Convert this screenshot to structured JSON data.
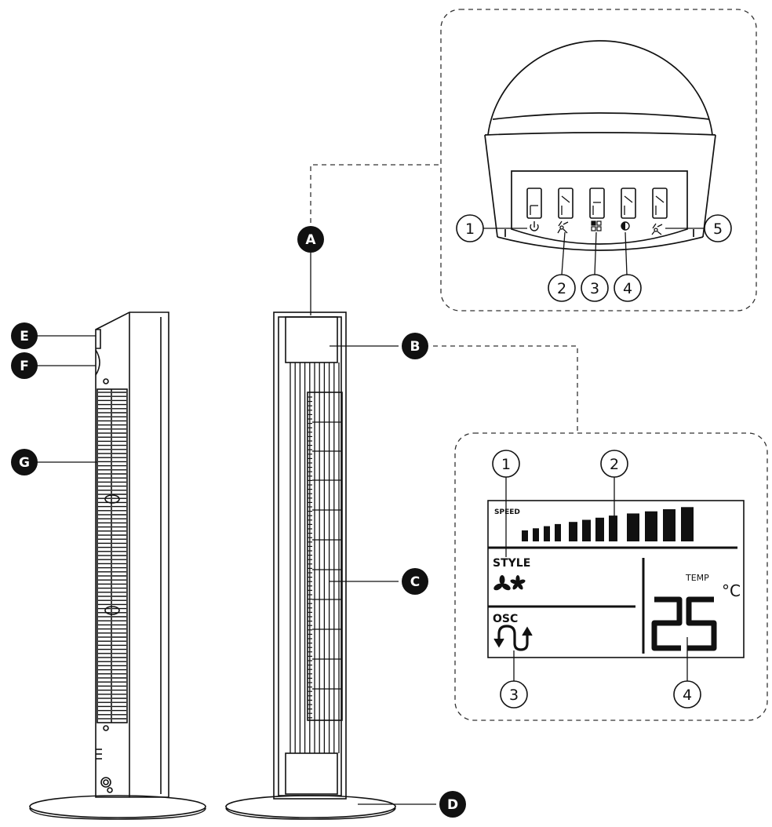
{
  "callouts": {
    "A": "A",
    "B": "B",
    "C": "C",
    "D": "D",
    "E": "E",
    "F": "F",
    "G": "G"
  },
  "panel_numbers": [
    "1",
    "2",
    "3",
    "4",
    "5"
  ],
  "lcd_numbers": [
    "1",
    "2",
    "3",
    "4"
  ],
  "lcd": {
    "speed_label": "SPEED",
    "style_label": "STYLE",
    "osc_label": "OSC",
    "temp_label": "TEMP",
    "temp_unit": "°C",
    "temp_value": "25",
    "speed_bar_count": 12
  }
}
